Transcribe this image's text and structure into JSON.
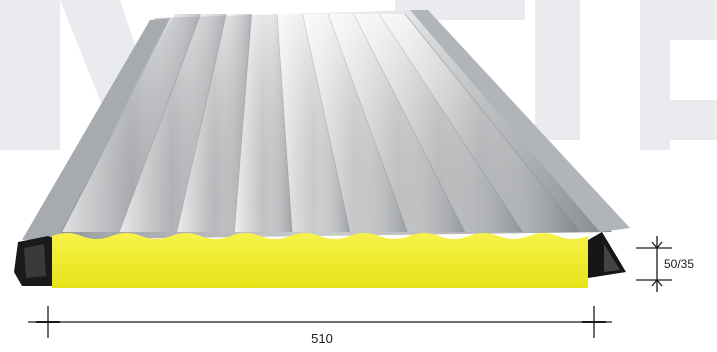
{
  "product": {
    "illustration": "corrugated-sandwich-roof-panel",
    "foam_color": "#f2ee1e",
    "steel_color": "#c9cccf",
    "watermark_color": "#e9ebee"
  },
  "dimensions": {
    "width_label": "510",
    "thickness_label": "50/35"
  }
}
